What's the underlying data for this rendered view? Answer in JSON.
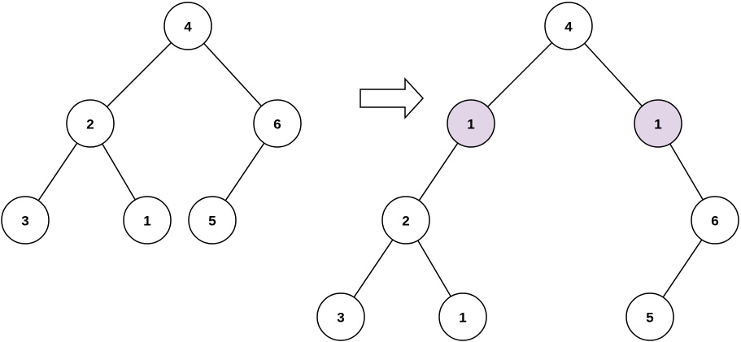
{
  "colors": {
    "default_node_fill": "#ffffff",
    "highlight_node_fill": "#e1d5e7",
    "stroke": "#000000"
  },
  "trees": [
    {
      "id": "before",
      "nodes": [
        {
          "id": "b4",
          "label": "4",
          "highlight": false
        },
        {
          "id": "b2",
          "label": "2",
          "highlight": false
        },
        {
          "id": "b6",
          "label": "6",
          "highlight": false
        },
        {
          "id": "b3",
          "label": "3",
          "highlight": false
        },
        {
          "id": "b1",
          "label": "1",
          "highlight": false
        },
        {
          "id": "b5",
          "label": "5",
          "highlight": false
        }
      ],
      "edges": [
        [
          "b4",
          "b2"
        ],
        [
          "b4",
          "b6"
        ],
        [
          "b2",
          "b3"
        ],
        [
          "b2",
          "b1"
        ],
        [
          "b6",
          "b5"
        ]
      ]
    },
    {
      "id": "after",
      "nodes": [
        {
          "id": "a4",
          "label": "4",
          "highlight": false
        },
        {
          "id": "a1l",
          "label": "1",
          "highlight": true
        },
        {
          "id": "a1r",
          "label": "1",
          "highlight": true
        },
        {
          "id": "a2",
          "label": "2",
          "highlight": false
        },
        {
          "id": "a6",
          "label": "6",
          "highlight": false
        },
        {
          "id": "a3",
          "label": "3",
          "highlight": false
        },
        {
          "id": "a1",
          "label": "1",
          "highlight": false
        },
        {
          "id": "a5",
          "label": "5",
          "highlight": false
        }
      ],
      "edges": [
        [
          "a4",
          "a1l"
        ],
        [
          "a4",
          "a1r"
        ],
        [
          "a1l",
          "a2"
        ],
        [
          "a1r",
          "a6"
        ],
        [
          "a2",
          "a3"
        ],
        [
          "a2",
          "a1"
        ],
        [
          "a6",
          "a5"
        ]
      ]
    }
  ],
  "arrow": {
    "icon": "right-arrow-icon",
    "direction": "right"
  }
}
